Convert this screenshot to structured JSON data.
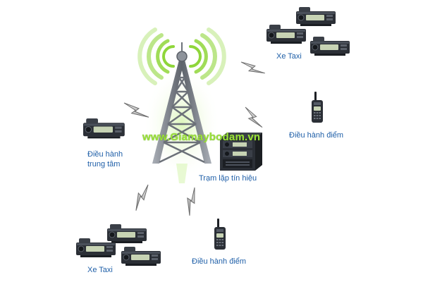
{
  "labels": {
    "taxi_top": "Xe Taxi",
    "dispatch_right": "Điều hành điểm",
    "central_line1": "Điều hành",
    "central_line2": "trung tâm",
    "repeater": "Trạm lặp tín hiệu",
    "taxi_bottom": "Xe Taxi",
    "dispatch_bottom": "Điều hành điểm"
  },
  "watermark": "www.Giamaybodam.vn",
  "colors": {
    "label_text": "#1f5fa8",
    "watermark": "#9be13a",
    "signal_waves": "#8fd63a",
    "tower": "#7a7f88",
    "device_body": "#2b2f36",
    "device_screen": "#c7d3b4"
  },
  "icons": {
    "tower": "radio-tower-icon",
    "repeater": "repeater-station-icon",
    "mobile_radio": "mobile-radio-icon",
    "handheld_radio": "handheld-radio-icon",
    "signal": "lightning-signal-icon"
  }
}
